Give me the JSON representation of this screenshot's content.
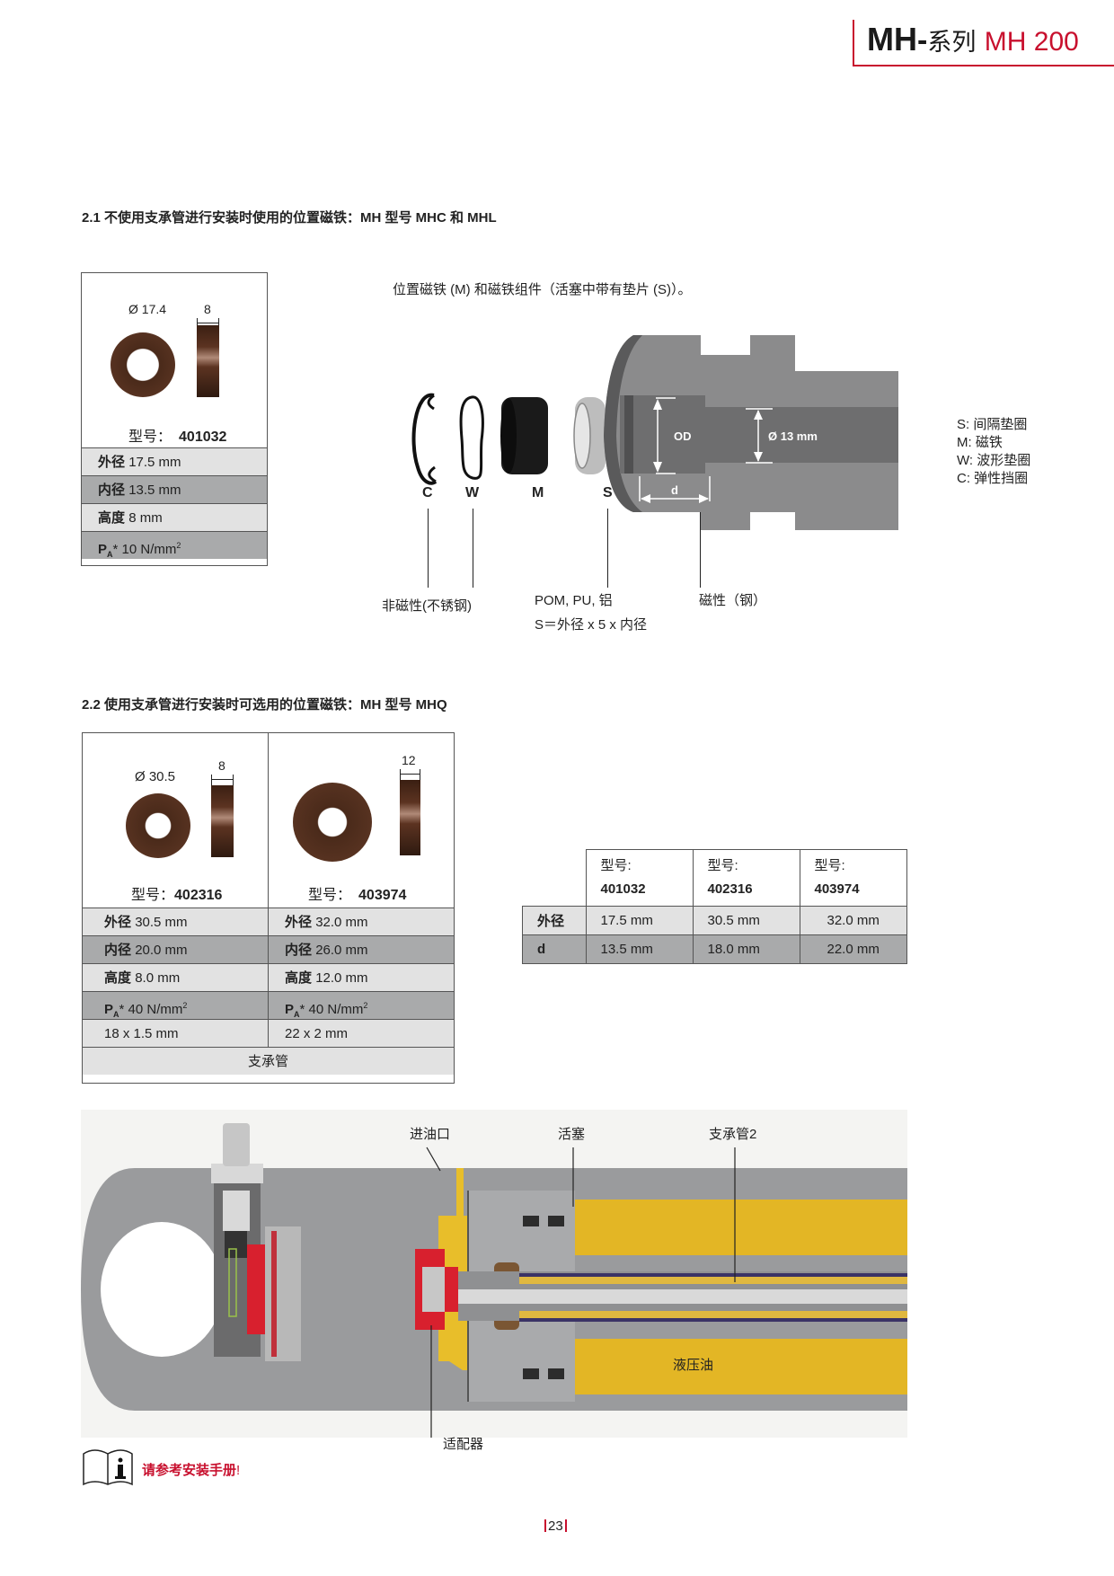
{
  "header": {
    "brand": "MH",
    "dash": "-",
    "series_label": "系列",
    "model": "MH 200",
    "accent_color": "#c8102e"
  },
  "section_1": {
    "title": "2.1 不使用支承管进行安装时使用的位置磁铁：MH 型号 MHC 和 MHL",
    "spec_box": {
      "diameter_label": "Ø 17.4",
      "height_dim": "8",
      "model_label": "型号：",
      "model_number": "401032",
      "rows": [
        {
          "key": "外径",
          "value": "17.5 mm"
        },
        {
          "key": "内径",
          "value": "13.5 mm"
        },
        {
          "key": "高度",
          "value": "8 mm"
        },
        {
          "key": "P",
          "key_sub": "A",
          "key_suffix": "*",
          "value": "10 N/mm",
          "value_sup": "2"
        }
      ]
    },
    "diagram": {
      "caption": "位置磁铁 (M) 和磁铁组件（活塞中带有垫片 (S)）。",
      "part_letters": [
        "C",
        "W",
        "M",
        "S"
      ],
      "od_label": "OD",
      "d_label": "d",
      "bore_label": "Ø 13 mm",
      "callouts": {
        "nonmagnetic": "非磁性(不锈钢)",
        "spacer_material": "POM, PU, 铝",
        "spacer_formula": "S＝外径 x 5 x 内径",
        "magnetic": "磁性（钢）"
      },
      "legend": [
        "S:  间隔垫圈",
        "M: 磁铁",
        "W: 波形垫圈",
        "C:  弹性挡圈"
      ]
    }
  },
  "section_2": {
    "title": "2.2 使用支承管进行安装时可选用的位置磁铁：MH 型号 MHQ",
    "spec_box": {
      "columns": [
        {
          "diameter_label": "Ø 30.5",
          "height_dim": "8",
          "model_label": "型号：",
          "model_number": "402316",
          "rows": [
            {
              "key": "外径",
              "value": "30.5 mm"
            },
            {
              "key": "内径",
              "value": "20.0 mm"
            },
            {
              "key": "高度",
              "value": "8.0 mm"
            },
            {
              "key": "P",
              "key_sub": "A",
              "key_suffix": "*",
              "value": "40 N/mm",
              "value_sup": "2"
            },
            {
              "key": "",
              "value": "18 x 1.5 mm"
            }
          ]
        },
        {
          "diameter_label": "",
          "height_dim": "12",
          "model_label": "型号：",
          "model_number": "403974",
          "rows": [
            {
              "key": "外径",
              "value": "32.0 mm"
            },
            {
              "key": "内径",
              "value": "26.0 mm"
            },
            {
              "key": "高度",
              "value": "12.0 mm"
            },
            {
              "key": "P",
              "key_sub": "A",
              "key_suffix": "*",
              "value": "40 N/mm",
              "value_sup": "2"
            },
            {
              "key": "",
              "value": "22 x 2 mm"
            }
          ]
        }
      ],
      "footer": "支承管"
    },
    "compare_table": {
      "headers": [
        {
          "label": "型号:",
          "number": "401032"
        },
        {
          "label": "型号:",
          "number": "402316"
        },
        {
          "label": "型号:",
          "number": "403974"
        }
      ],
      "rows": [
        {
          "label": "外径",
          "values": [
            "17.5 mm",
            "30.5 mm",
            "32.0 mm"
          ]
        },
        {
          "label": "d",
          "values": [
            "13.5 mm",
            "18.0 mm",
            "22.0 mm"
          ]
        }
      ]
    },
    "cylinder_diagram": {
      "labels": {
        "inlet": "进油口",
        "piston": "活塞",
        "support_tube": "支承管2",
        "hydraulic_oil": "液压油",
        "adapter": "适配器"
      },
      "colors": {
        "body": "#999a9c",
        "oil": "#e8be2a",
        "adapter": "#d8202e"
      }
    }
  },
  "notice": {
    "icon": "manual-info-icon",
    "text": "请参考安装手册",
    "exclaim": "!"
  },
  "footer": {
    "page_number": "23"
  }
}
